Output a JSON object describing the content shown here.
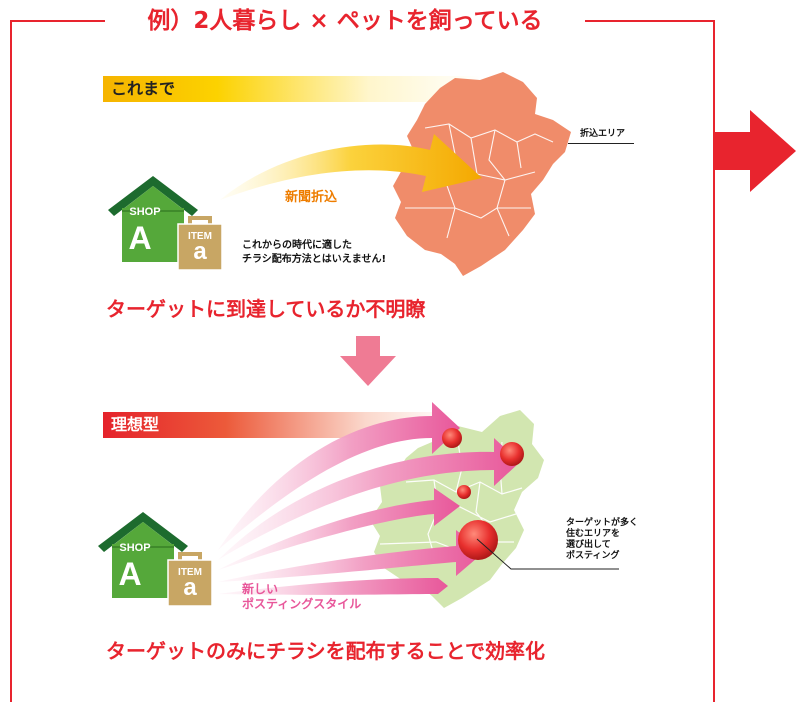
{
  "title": "例）2人暮らし × ペットを飼っている",
  "before": {
    "label": "これまで",
    "arrow_label": "新聞折込",
    "area_label": "折込エリア",
    "note_line1": "これからの時代に適した",
    "note_line2": "チラシ配布方法とはいえません!",
    "conclusion": "ターゲットに到達しているか不明瞭",
    "shop_text": "SHOP",
    "shop_letter": "A",
    "item_text": "ITEM",
    "item_letter": "a"
  },
  "ideal": {
    "label": "理想型",
    "style_line1": "新しい",
    "style_line2": "ポスティングスタイル",
    "target_line1": "ターゲットが多く",
    "target_line2": "住むエリアを",
    "target_line3": "選び出して",
    "target_line4": "ポスティング",
    "conclusion": "ターゲットのみにチラシを配布することで効率化",
    "shop_text": "SHOP",
    "shop_letter": "A",
    "item_text": "ITEM",
    "item_letter": "a"
  },
  "colors": {
    "accent_red": "#e8242e",
    "orange_map": "#f08c6a",
    "green_map": "#d2e6b0",
    "house_green": "#55a83a",
    "bag_gold": "#c8a664",
    "down_arrow_pink": "#ef7b94",
    "pink_arrow": "#e8579a",
    "orange_text": "#ee7d00"
  }
}
